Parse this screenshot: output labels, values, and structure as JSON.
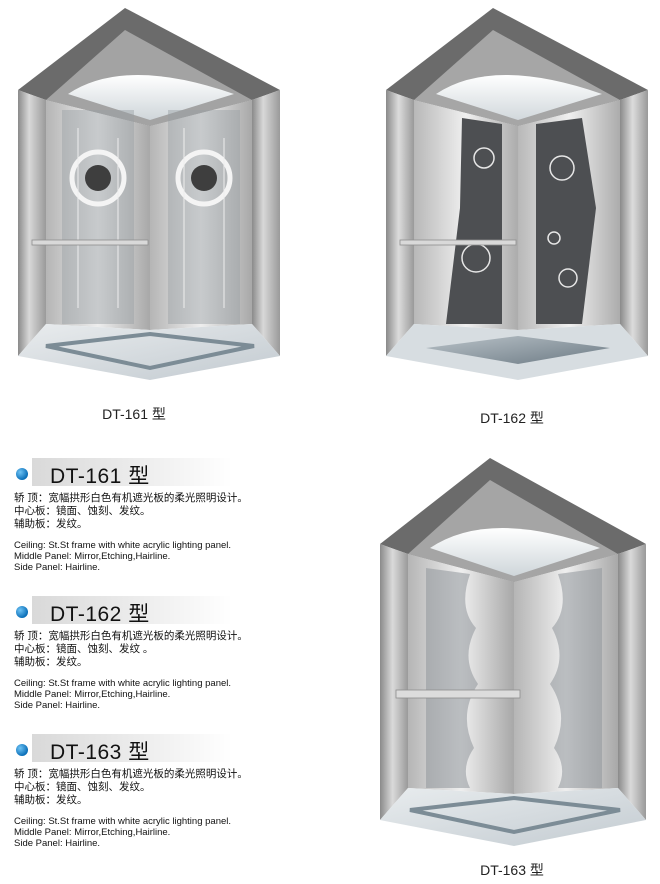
{
  "captions": {
    "dt161": "DT-161 型",
    "dt162": "DT-162 型",
    "dt163": "DT-163 型"
  },
  "specs": [
    {
      "title": "DT-161 型",
      "cn_ceiling": "轿    顶：宽幅拱形白色有机遮光板的柔光照明设计。",
      "cn_middle": "中心板：镜面、蚀刻、发纹。",
      "cn_side": "辅助板：发纹。",
      "en_ceiling": "Ceiling: St.St frame with white acrylic lighting panel.",
      "en_middle": "Middle Panel: Mirror,Etching,Hairline.",
      "en_side": "Side Panel: Hairline."
    },
    {
      "title": "DT-162 型",
      "cn_ceiling": "轿    顶：宽幅拱形白色有机遮光板的柔光照明设计。",
      "cn_middle": "中心板：镜面、蚀刻、发纹  。",
      "cn_side": "辅助板：发纹。",
      "en_ceiling": "Ceiling: St.St frame with white acrylic lighting panel.",
      "en_middle": "Middle Panel: Mirror,Etching,Hairline.",
      "en_side": "Side Panel: Hairline."
    },
    {
      "title": "DT-163 型",
      "cn_ceiling": "轿    顶：宽幅拱形白色有机遮光板的柔光照明设计。",
      "cn_middle": "中心板：镜面、蚀刻、发纹。",
      "cn_side": "辅助板：发纹。",
      "en_ceiling": "Ceiling: St.St frame with white acrylic lighting panel.",
      "en_middle": "Middle Panel: Mirror,Etching,Hairline.",
      "en_side": "Side Panel: Hairline."
    }
  ],
  "colors": {
    "bullet": "#1479c4",
    "steel_dark": "#6d6d6d",
    "steel_light": "#e6e6e6",
    "floor_border": "#7c8c96"
  }
}
